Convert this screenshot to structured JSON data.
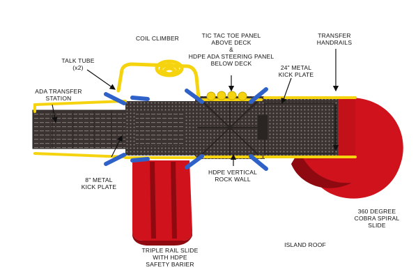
{
  "labels": {
    "coil_climber": "COIL CLIMBER",
    "tic_tac_toe": "TIC TAC TOE PANEL\nABOVE DECK\n&\nHDPE ADA STEERING PANEL\nBELOW DECK",
    "transfer_handrails": "TRANSFER\nHANDRAILS",
    "talk_tube": "TALK TUBE\n(x2)",
    "metal_kick_plate_24": "24\" METAL\nKICK PLATE",
    "ada_transfer_station": "ADA TRANSFER\nSTATION",
    "metal_kick_plate_8": "8\" METAL\nKICK PLATE",
    "hdpe_vertical_rock_wall": "HDPE VERTICAL\nROCK WALL",
    "cobra_spiral_slide": "360 DEGREE\nCOBRA SPIRAL\nSLIDE",
    "triple_rail_slide": "TRIPLE RAIL SLIDE\nWITH HDPE\nSAFETY BARIER",
    "island_roof": "ISLAND ROOF"
  },
  "colors": {
    "deck": "#3b3331",
    "deck_dot": "#8a807c",
    "rail_yellow": "#f5d40f",
    "post_blue": "#2f62c9",
    "slide_red": "#d0121c",
    "slide_red_dark": "#8f0a10",
    "arrow": "#111111"
  }
}
